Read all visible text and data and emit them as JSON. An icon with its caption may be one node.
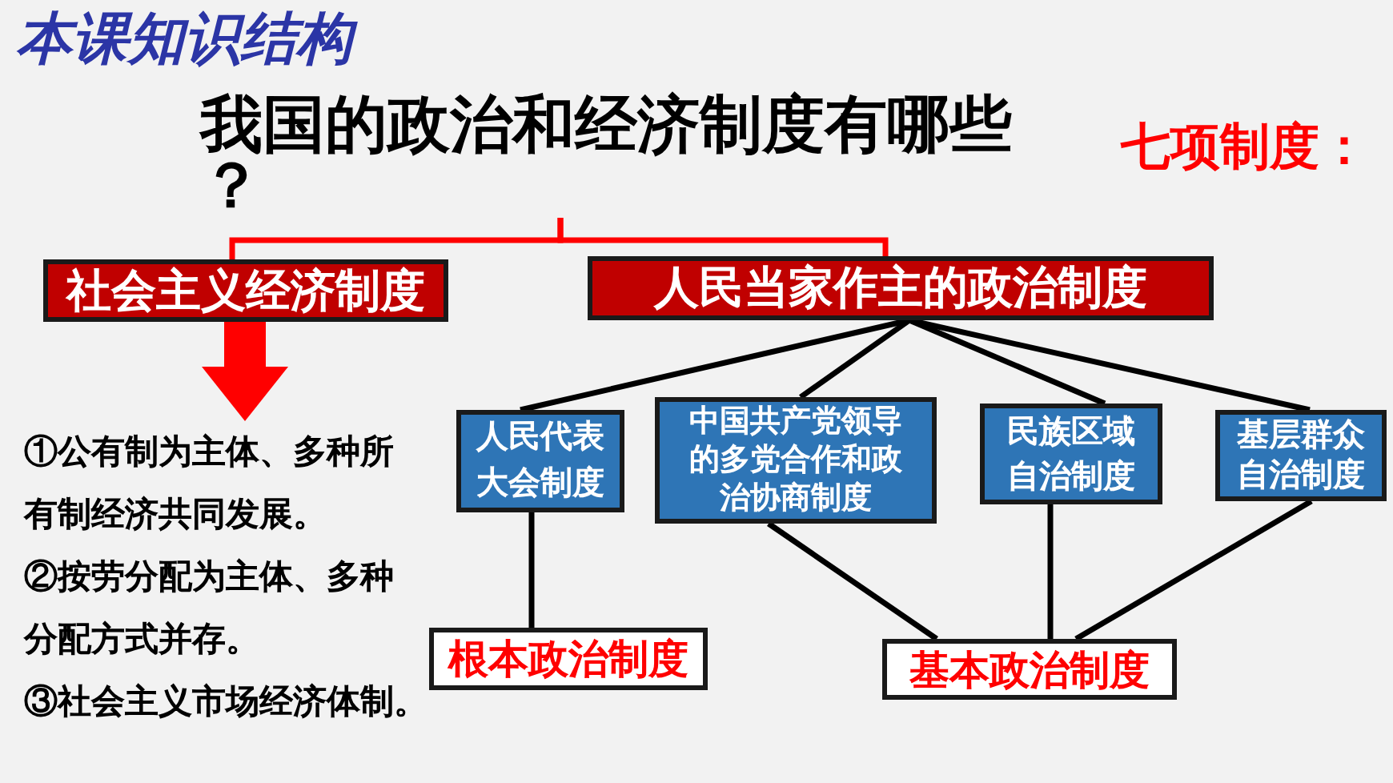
{
  "diagram": {
    "title": "本课知识结构",
    "nodes": [
      {
        "text": [
          "我国的政治和经济制度有哪些？"
        ]
      },
      {
        "text": [
          "社会主义经济制度"
        ]
      },
      {
        "text": [
          "人民当家作主的政治制度"
        ]
      },
      {
        "text": [
          "①公有制为主体、多种所有制经济共同发展。",
          "②按劳分配为主体、多种分配方式并存。",
          "③社会主义市场经济体制。"
        ]
      },
      {
        "text": [
          "人民代表大会制度"
        ]
      },
      {
        "text": [
          "中国共产党领导的多党合作和政治协商制度"
        ]
      },
      {
        "text": [
          "民族区域自治制度"
        ]
      },
      {
        "text": [
          "基层群众自治制度"
        ]
      },
      {
        "text": [
          "根本政治制度"
        ]
      },
      {
        "text": [
          "基本政治制度"
        ]
      }
    ],
    "edges": [
      {
        "from": 0,
        "to": 1,
        "arrow": "none",
        "color": "#ff0000"
      },
      {
        "from": 0,
        "to": 2,
        "arrow": "none",
        "color": "#ff0000"
      },
      {
        "from": 1,
        "to": 3,
        "arrow": "to",
        "style": "thick",
        "color": "#ff0000"
      },
      {
        "from": 2,
        "to": 4,
        "arrow": "none"
      },
      {
        "from": 2,
        "to": 5,
        "arrow": "none"
      },
      {
        "from": 2,
        "to": 6,
        "arrow": "none"
      },
      {
        "from": 2,
        "to": 7,
        "arrow": "none"
      },
      {
        "from": 4,
        "to": 8,
        "arrow": "none"
      },
      {
        "from": 5,
        "to": 9,
        "arrow": "none"
      },
      {
        "from": 6,
        "to": 9,
        "arrow": "none"
      },
      {
        "from": 7,
        "to": 9,
        "arrow": "none"
      }
    ],
    "labels": [
      "七项制度："
    ]
  }
}
